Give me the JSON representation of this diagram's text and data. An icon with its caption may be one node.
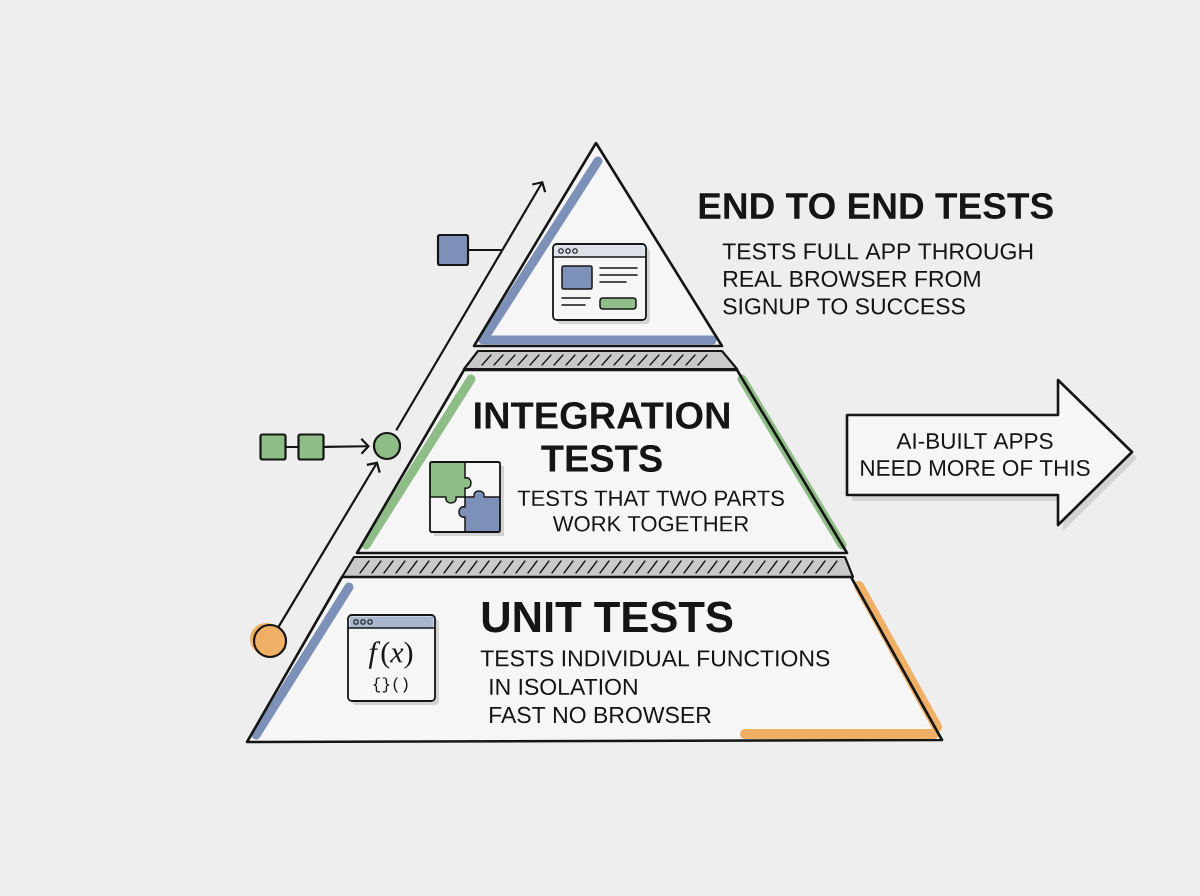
{
  "diagram": {
    "nodes": [
      {
        "text": [
          "END TO END TESTS",
          "TESTS FULL APP THROUGH REAL BROWSER FROM SIGNUP TO SUCCESS"
        ]
      },
      {
        "text": [],
        "shape": "box"
      },
      {
        "text": [
          "INTEGRATION TESTS",
          "TESTS THAT TWO PARTS WORK TOGETHER"
        ]
      },
      {
        "text": [],
        "shape": "box"
      },
      {
        "text": [],
        "shape": "box"
      },
      {
        "text": [],
        "shape": "circle"
      },
      {
        "text": [
          "AI-BUILT APPS NEED MORE OF THIS"
        ]
      },
      {
        "text": [
          "UNIT TESTS",
          "TESTS INDIVIDUAL FUNCTIONS IN ISOLATION",
          "FAST NO BROWSER"
        ]
      },
      {
        "text": [],
        "shape": "circle"
      }
    ],
    "edges": [
      {
        "from": 8,
        "to": 5,
        "arrow": "to"
      },
      {
        "from": 3,
        "to": 4,
        "arrow": "none"
      },
      {
        "from": 4,
        "to": 5,
        "arrow": "to"
      },
      {
        "from": 5,
        "to": null,
        "arrow": "to"
      },
      {
        "from": 1,
        "to": null,
        "arrow": "none"
      }
    ],
    "labels": [
      "*f*(*x*)",
      "{}()"
    ]
  }
}
